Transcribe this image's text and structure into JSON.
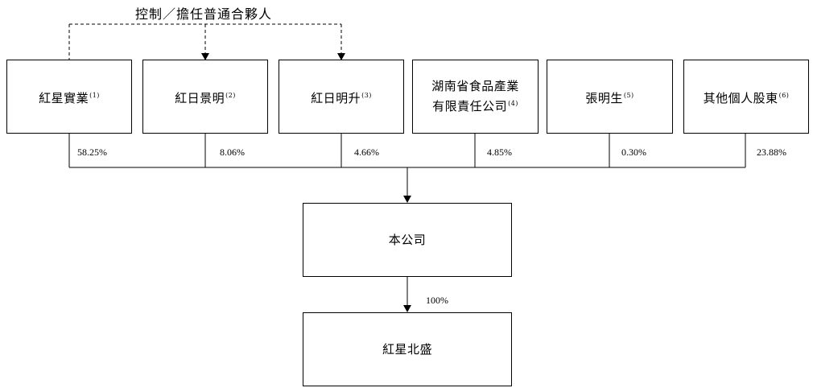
{
  "top_label": "控制／擔任普通合夥人",
  "shareholders": [
    {
      "name": "紅星實業",
      "note": "(1)",
      "pct": "58.25%"
    },
    {
      "name": "紅日景明",
      "note": "(2)",
      "pct": "8.06%"
    },
    {
      "name": "紅日明升",
      "note": "(3)",
      "pct": "4.66%"
    },
    {
      "name_line1": "湖南省食品產業",
      "name_line2": "有限責任公司",
      "note": "(4)",
      "pct": "4.85%"
    },
    {
      "name": "張明生",
      "note": "(5)",
      "pct": "0.30%"
    },
    {
      "name": "其他個人股東",
      "note": "(6)",
      "pct": "23.88%"
    }
  ],
  "company": {
    "name": "本公司"
  },
  "subsidiary": {
    "name": "紅星北盛",
    "pct": "100%"
  }
}
